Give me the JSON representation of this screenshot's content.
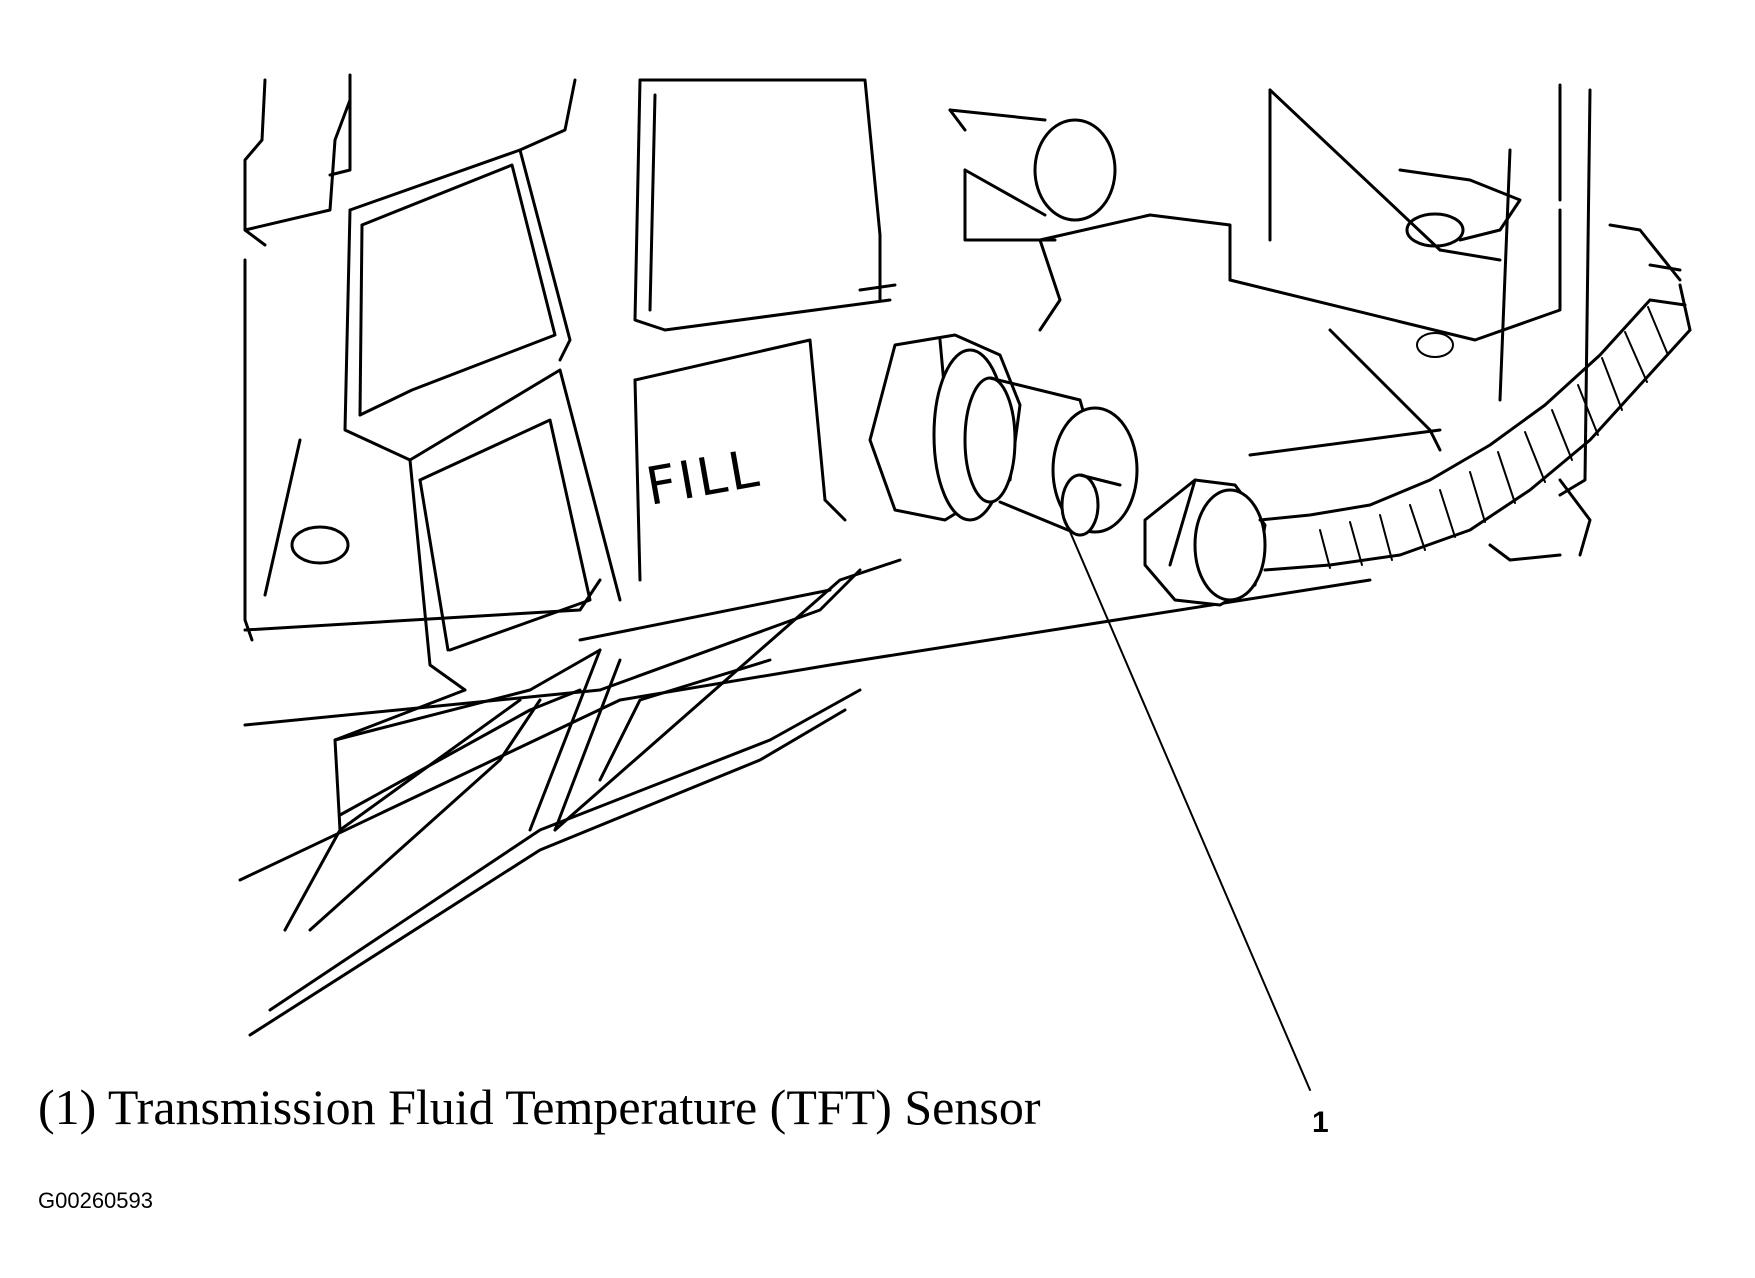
{
  "figure": {
    "embossed_label": "FILL",
    "callout_number": "1",
    "caption": "(1) Transmission Fluid Temperature (TFT) Sensor",
    "figure_id": "G00260593"
  }
}
